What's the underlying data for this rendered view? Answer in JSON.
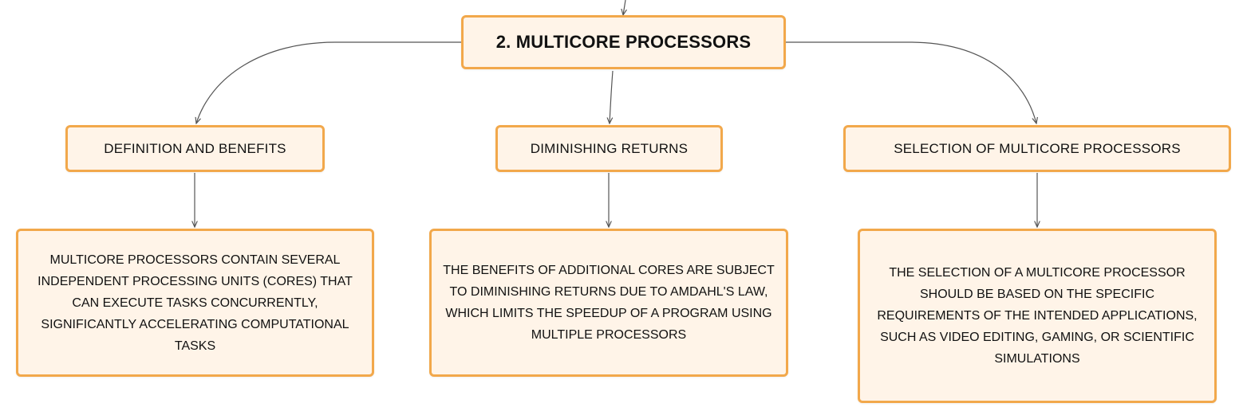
{
  "diagram": {
    "root": {
      "label": "2. MULTICORE PROCESSORS"
    },
    "branches": [
      {
        "label": "DEFINITION AND BENEFITS",
        "detail": "MULTICORE PROCESSORS CONTAIN SEVERAL INDEPENDENT PROCESSING UNITS (CORES) THAT CAN EXECUTE TASKS CONCURRENTLY, SIGNIFICANTLY ACCELERATING COMPUTATIONAL TASKS"
      },
      {
        "label": "DIMINISHING RETURNS",
        "detail": "THE BENEFITS OF ADDITIONAL CORES ARE SUBJECT TO DIMINISHING RETURNS DUE TO AMDAHL'S LAW, WHICH LIMITS THE SPEEDUP OF A PROGRAM USING MULTIPLE PROCESSORS"
      },
      {
        "label": "SELECTION OF MULTICORE PROCESSORS",
        "detail": "THE SELECTION OF A MULTICORE PROCESSOR SHOULD BE BASED ON THE SPECIFIC REQUIREMENTS OF THE INTENDED APPLICATIONS, SUCH AS VIDEO EDITING, GAMING, OR SCIENTIFIC SIMULATIONS"
      }
    ],
    "colors": {
      "node_border": "#f2a84b",
      "node_fill": "#fff4e8",
      "connector": "#555555",
      "text": "#111111"
    }
  }
}
